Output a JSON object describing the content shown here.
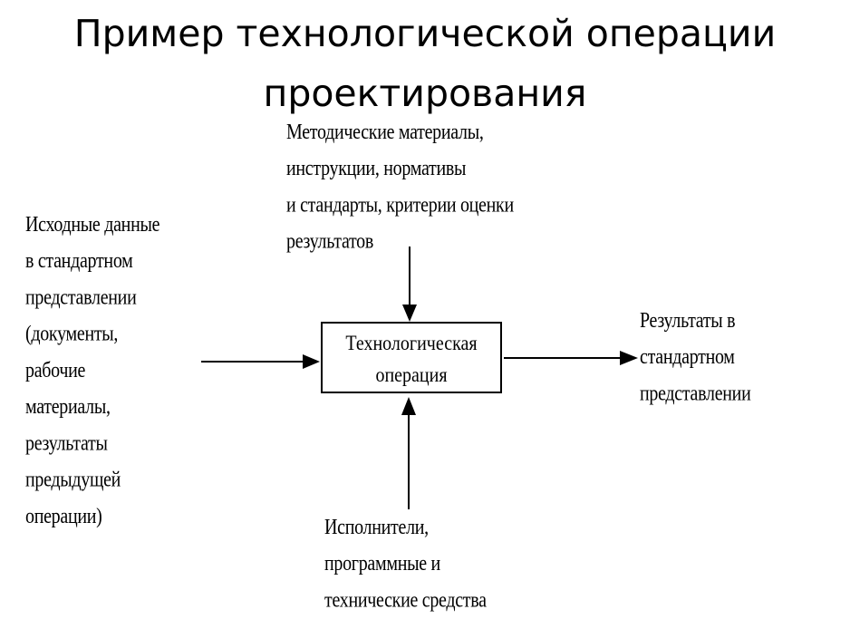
{
  "title": {
    "line1": "Пример технологической операции",
    "line2": "проектирования"
  },
  "diagram": {
    "process": {
      "line1": "Технологическая",
      "line2": "операция"
    },
    "controls": [
      "Методические материалы,",
      "инструкции, нормативы",
      "и стандарты, критерии оценки",
      "результатов"
    ],
    "inputs": [
      "Исходные данные",
      "в стандартном",
      "представлении",
      "(документы,",
      "рабочие",
      "материалы,",
      "результаты",
      "предыдущей",
      "операции)"
    ],
    "outputs": [
      "Результаты в",
      "стандартном",
      "представлении"
    ],
    "mechanisms": [
      "Исполнители,",
      "программные и",
      "технические средства"
    ]
  }
}
